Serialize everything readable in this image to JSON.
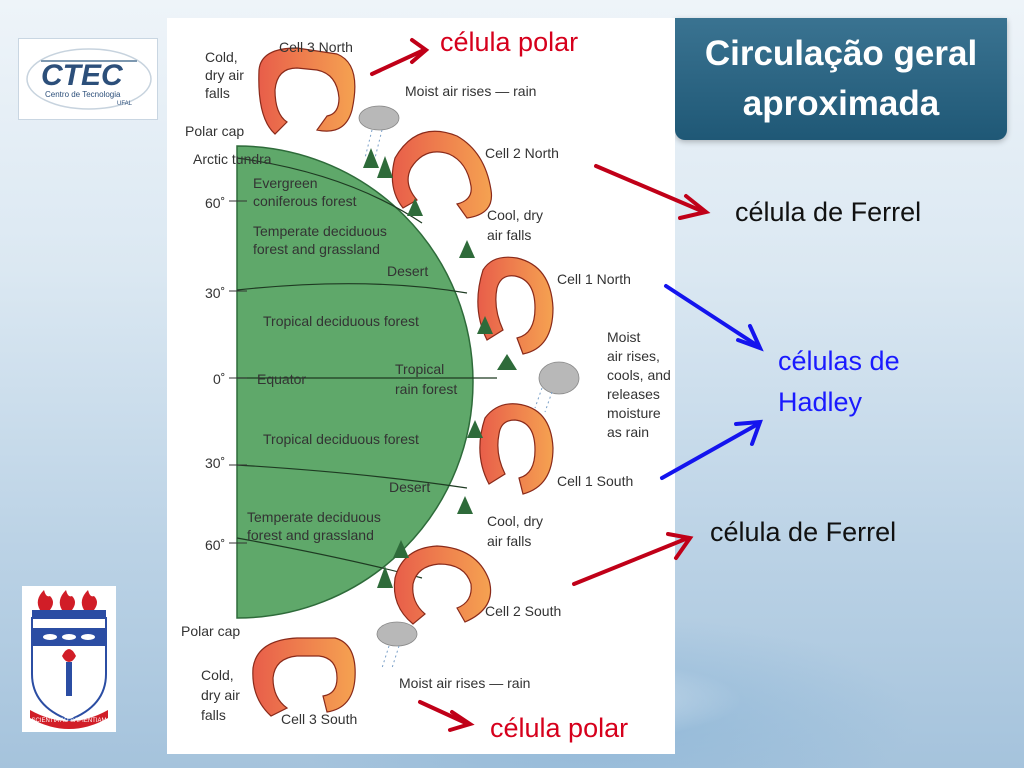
{
  "slide": {
    "title_line1": "Circulação geral",
    "title_line2": "aproximada"
  },
  "logos": {
    "ctec_main": "CTEC",
    "ctec_sub": "Centro de Tecnologia",
    "ctec_tag": "UFAL",
    "ufal_motto": "SCIENTIA AD SAPIENTIAM"
  },
  "callouts": {
    "polar_top": "célula polar",
    "ferrel_top": "célula de Ferrel",
    "hadley_line1": "células de",
    "hadley_line2": "Hadley",
    "ferrel_bottom": "célula de Ferrel",
    "polar_bottom": "célula polar"
  },
  "figure": {
    "cell3_north": "Cell 3 North",
    "cell2_north": "Cell 2 North",
    "cell1_north": "Cell 1 North",
    "cell1_south": "Cell 1 South",
    "cell2_south": "Cell 2 South",
    "cell3_south": "Cell 3 South",
    "cold_top_1": "Cold,",
    "cold_top_2": "dry air",
    "cold_top_3": "falls",
    "moist_top": "Moist air rises — rain",
    "polar_cap_top": "Polar cap",
    "arctic_tundra": "Arctic tundra",
    "lat_60_top": "60˚",
    "evergreen_1": "Evergreen",
    "evergreen_2": "coniferous forest",
    "cool_top_1": "Cool, dry",
    "cool_top_2": "air falls",
    "temperate_top_1": "Temperate deciduous",
    "temperate_top_2": "forest and grassland",
    "desert_top": "Desert",
    "lat_30_top": "30˚",
    "tropical_dec_top": "Tropical deciduous forest",
    "moist_mid_1": "Moist",
    "moist_mid_2": "air rises,",
    "moist_mid_3": "cools, and",
    "moist_mid_4": "releases",
    "moist_mid_5": "moisture",
    "moist_mid_6": "as rain",
    "lat_0": "0˚",
    "equator": "Equator",
    "tropical_rain_1": "Tropical",
    "tropical_rain_2": "rain forest",
    "tropical_dec_bottom": "Tropical deciduous forest",
    "lat_30_bottom": "30˚",
    "desert_bottom": "Desert",
    "cool_bottom_1": "Cool, dry",
    "cool_bottom_2": "air falls",
    "temperate_bottom_1": "Temperate deciduous",
    "temperate_bottom_2": "forest and grassland",
    "lat_60_bottom": "60˚",
    "polar_cap_bottom": "Polar cap",
    "cold_bottom_1": "Cold,",
    "cold_bottom_2": "dry air",
    "cold_bottom_3": "falls",
    "moist_bottom": "Moist air rises — rain"
  },
  "colors": {
    "polar_red": "#d6001c",
    "ferrel_black": "#111111",
    "hadley_blue": "#1a1aff",
    "arrow_red": "#c00018",
    "arrow_blue": "#1414ee",
    "earth_green": "#5fa86a",
    "cell_orange": "#f0924a",
    "cell_red": "#e85e4a"
  }
}
